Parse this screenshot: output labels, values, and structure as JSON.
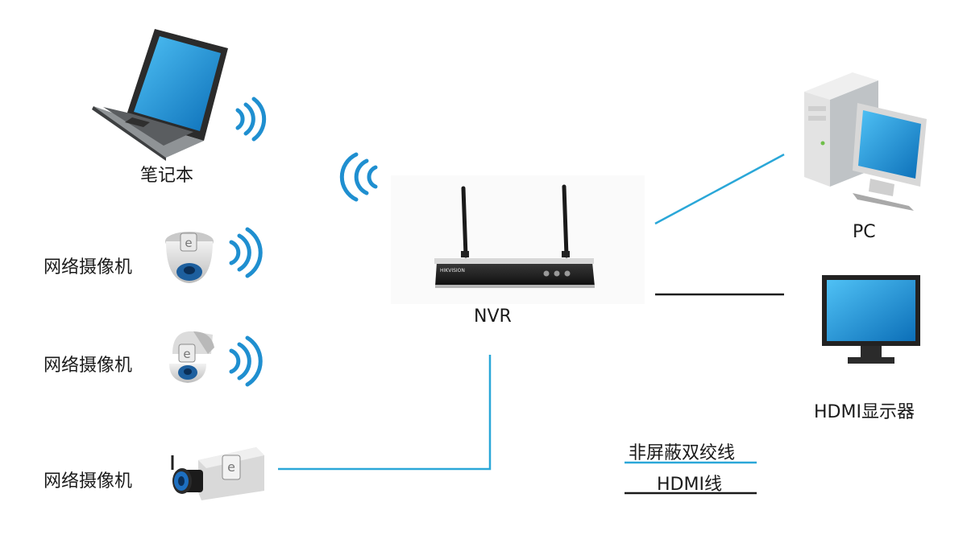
{
  "devices": {
    "laptop_label": "笔记本",
    "camera_dome_label": "网络摄像机",
    "camera_ptz_label": "网络摄像机",
    "camera_box_label": "网络摄像机",
    "nvr_label": "NVR",
    "nvr_brand": "HIKVISION",
    "pc_label": "PC",
    "monitor_label": "HDMI显示器"
  },
  "legend": {
    "utp_label": "非屏蔽双绞线",
    "hdmi_label": "HDMI线"
  },
  "colors": {
    "network_cable": "#2aa7d8",
    "hdmi_cable": "#1a1a1a",
    "wifi": "#1f8fd0",
    "screen": "#1a8fd9"
  }
}
